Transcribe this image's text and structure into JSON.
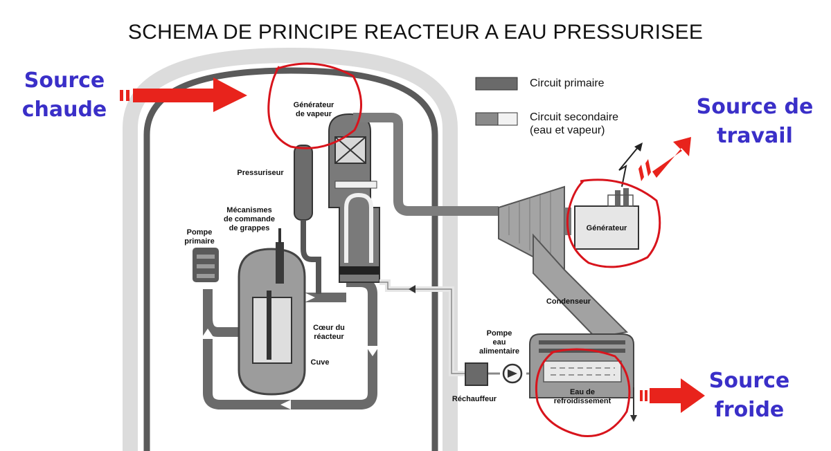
{
  "title": "SCHEMA DE PRINCIPE REACTEUR A EAU PRESSURISEE",
  "legend": {
    "primary": "Circuit primaire",
    "secondary_line1": "Circuit secondaire",
    "secondary_line2": "(eau et vapeur)"
  },
  "annotations": {
    "hot_source_line1": "Source",
    "hot_source_line2": "chaude",
    "work_source_line1": "Source de",
    "work_source_line2": "travail",
    "cold_source_line1": "Source",
    "cold_source_line2": "froide"
  },
  "labels": {
    "steam_generator_1": "Générateur",
    "steam_generator_2": "de vapeur",
    "pressurizer": "Pressuriseur",
    "mechanisms_1": "Mécanismes",
    "mechanisms_2": "de commande",
    "mechanisms_3": "de grappes",
    "primary_pump_1": "Pompe",
    "primary_pump_2": "primaire",
    "core_1": "Cœur du",
    "core_2": "réacteur",
    "vessel": "Cuve",
    "generator": "Générateur",
    "condenser": "Condenseur",
    "feed_pump_1": "Pompe",
    "feed_pump_2": "eau",
    "feed_pump_3": "alimentaire",
    "heater": "Réchauffeur",
    "cooling_water_1": "Eau de",
    "cooling_water_2": "refroidissement"
  },
  "colors": {
    "annotation_text": "#3a2fc8",
    "annotation_arrow": "#e8231c",
    "highlight_circle": "#d8141c",
    "primary_circuit": "#6b6b6b",
    "secondary_circuit": "#a8a8a8"
  }
}
